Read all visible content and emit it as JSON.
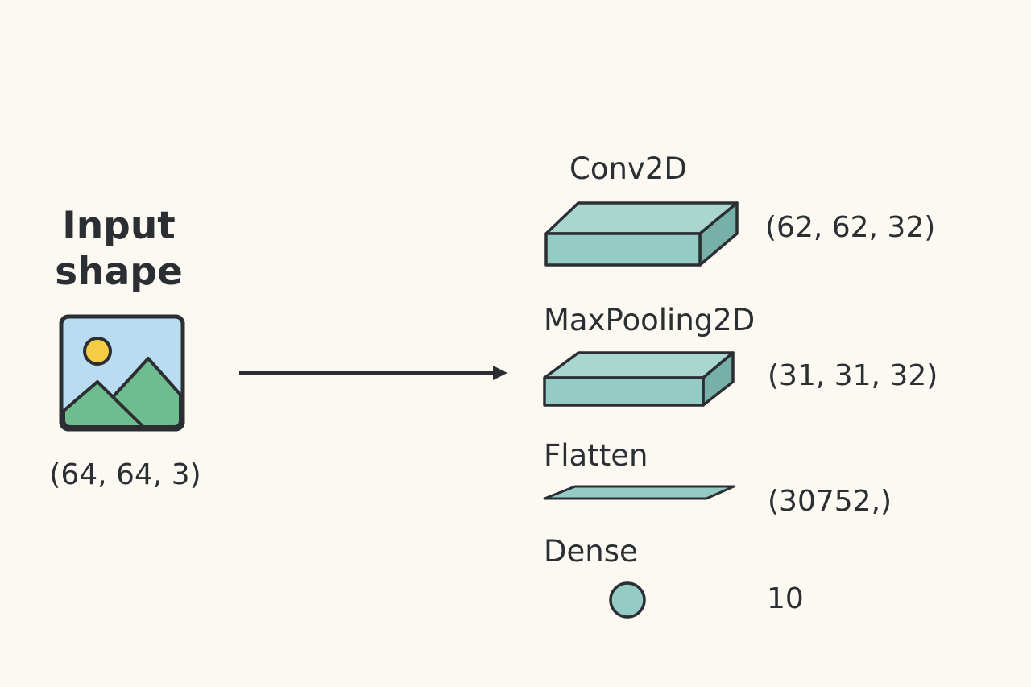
{
  "input": {
    "title_line1": "Input",
    "title_line2": "shape",
    "shape": "(64, 64, 3)",
    "icon": "image-icon"
  },
  "layers": [
    {
      "name": "Conv2D",
      "output": "(62, 62, 32)",
      "icon": "box"
    },
    {
      "name": "MaxPooling2D",
      "output": "(31, 31, 32)",
      "icon": "box"
    },
    {
      "name": "Flatten",
      "output": "(30752,)",
      "icon": "flat-plane"
    },
    {
      "name": "Dense",
      "output": "10",
      "icon": "circle"
    }
  ],
  "colors": {
    "background": "#fcf9f2",
    "stroke": "#2b2f33",
    "layer_fill": "#94cbc4",
    "layer_top": "#a9d6cf",
    "layer_side": "#76b0a8",
    "sky": "#b9dcf0",
    "sun": "#f5cd45",
    "mountain": "#6fbd8e"
  }
}
